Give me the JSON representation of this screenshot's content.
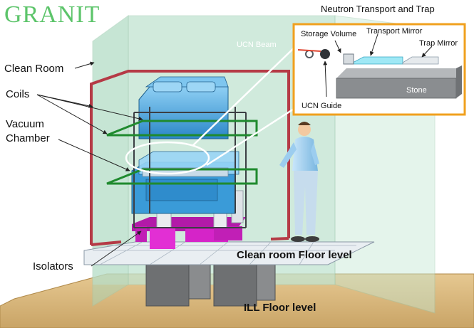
{
  "title": "GRANIT",
  "inset": {
    "heading": "Neutron Transport and Trap",
    "labels": {
      "ucn_beam": "UCN Beam",
      "storage_volume": "Storage Volume",
      "transport_mirror": "Transport  Mirror",
      "trap_mirror": "Trap Mirror",
      "stone": "Stone",
      "ucn_guide": "UCN Guide"
    }
  },
  "labels": {
    "clean_room": "Clean Room",
    "coils": "Coils",
    "vacuum_chamber_line1": "Vacuum",
    "vacuum_chamber_line2": "Chamber",
    "isolators": "Isolators",
    "clean_room_floor": "Clean room Floor level",
    "ill_floor": "ILL Floor level"
  },
  "colors": {
    "title": "#5cc46a",
    "clean_room_glass": "#bfe3cf",
    "floor": "#d9b77c",
    "coil_frame": "#b53a46",
    "coil_ring": "#1f8a2e",
    "chamber_blue": "#3a9bd8",
    "isolator_magenta": "#d524c8",
    "inset_border": "#f0a01e",
    "stone": "#8a8d90",
    "person_shirt": "#a8d4f2"
  }
}
